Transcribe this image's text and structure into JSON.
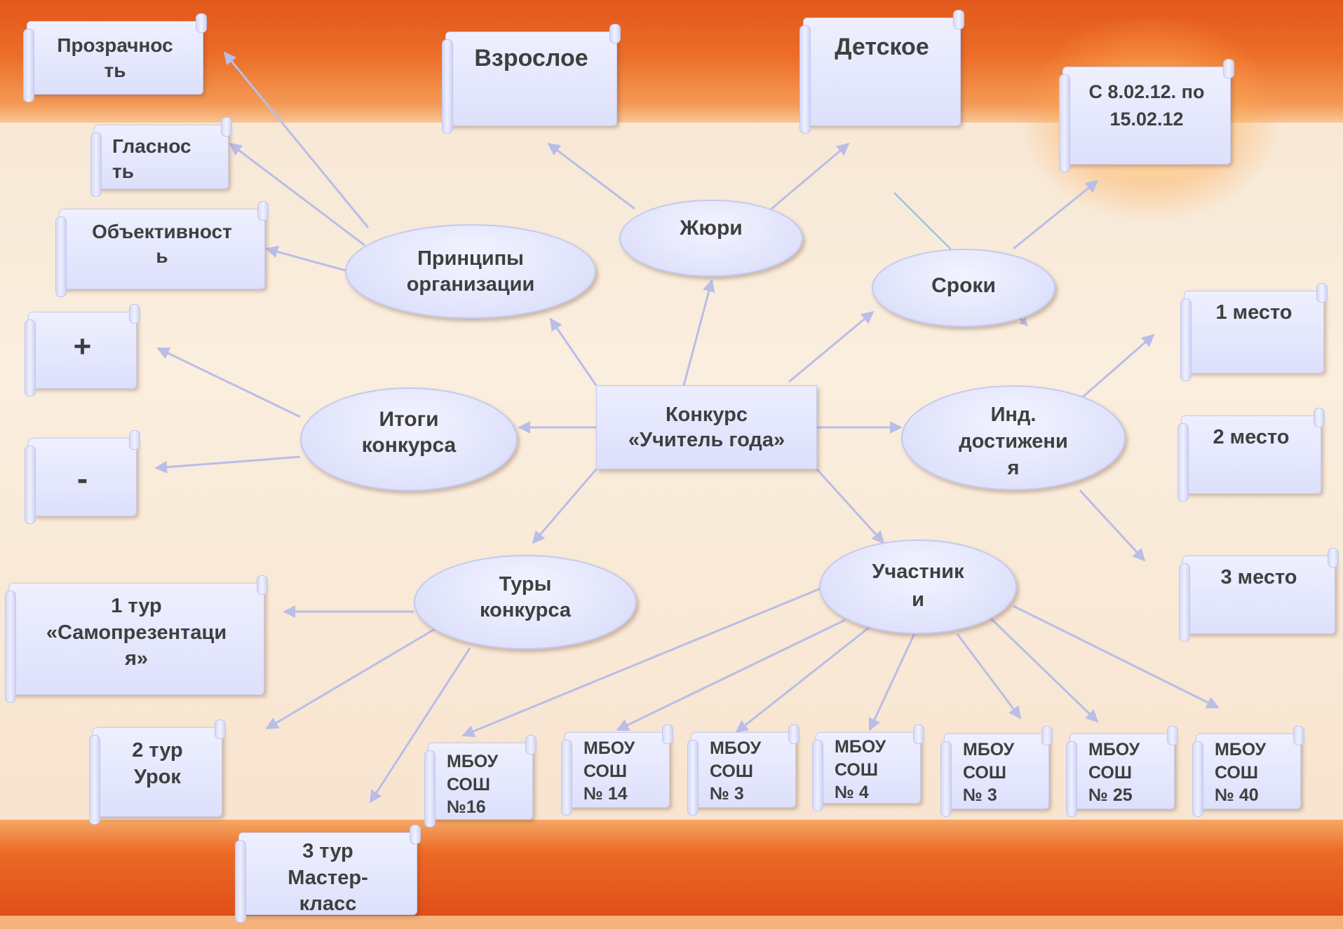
{
  "colors": {
    "accent_orange": "#e2581c",
    "node_fill": "#e4e6fb",
    "text": "#3f3f3f",
    "connector": "#b9bde8"
  },
  "center": {
    "label": "Конкурс\n«Учитель года»"
  },
  "ellipses": {
    "principles": "Принципы\nорганизации",
    "jury": "Жюри",
    "terms": "Сроки",
    "results": "Итоги\nконкурса",
    "achievements": "Инд.\nдостижени\nя",
    "rounds": "Туры\nконкурса",
    "participants": "Участник\nи"
  },
  "principles": {
    "transparency": "Прозрачнос\nть",
    "publicity": "Гласнос\nть",
    "objectivity": "Объективност\nь"
  },
  "jury": {
    "adult": "Взрослое",
    "children": "Детское"
  },
  "terms": {
    "dates": "С 8.02.12. по\n15.02.12"
  },
  "results": {
    "plus": "+",
    "minus": "-"
  },
  "places": {
    "first": "1 место",
    "second": "2 место",
    "third": "3 место"
  },
  "rounds": {
    "round1": "1 тур\n«Самопрезентаци\nя»",
    "round2": "2 тур\nУрок",
    "round3": "3 тур\nМастер-\nкласс"
  },
  "schools": {
    "s16": "МБОУ\nСОШ\n№16",
    "s14": "МБОУ\nСОШ\n№ 14",
    "s3a": "МБОУ\nСОШ\n№ 3",
    "s4": "МБОУ\nСОШ\n№ 4",
    "s3b": "МБОУ\nСОШ\n№ 3",
    "s25": "МБОУ\nСОШ\n№ 25",
    "s40": "МБОУ\nСОШ\n№ 40"
  }
}
